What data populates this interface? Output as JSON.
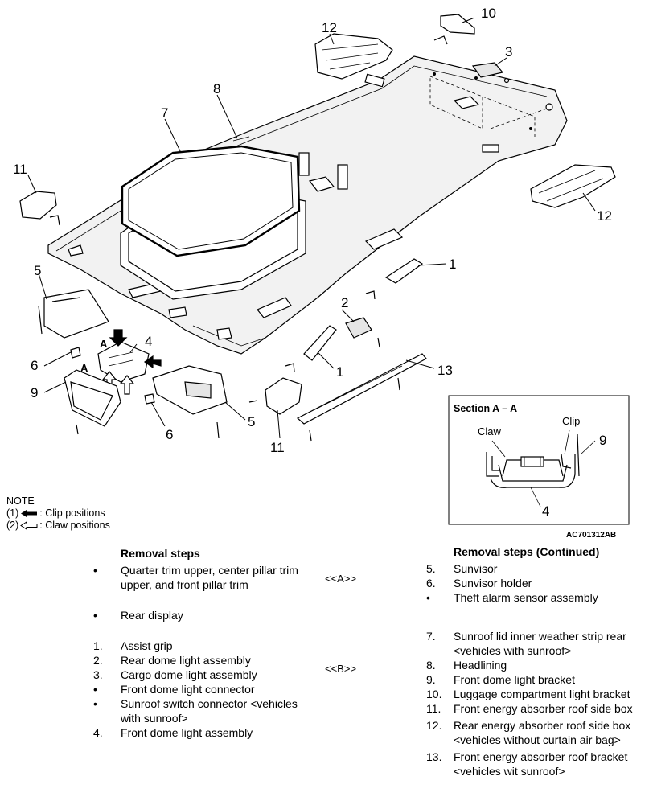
{
  "callouts": {
    "c1a": "1",
    "c1b": "1",
    "c2": "2",
    "c3": "3",
    "c4a": "4",
    "c4b": "4",
    "c5a": "5",
    "c5b": "5",
    "c6a": "6",
    "c6b": "6",
    "c7": "7",
    "c8": "8",
    "c9a": "9",
    "c9b": "9",
    "c10": "10",
    "c11a": "11",
    "c11b": "11",
    "c12a": "12",
    "c12b": "12",
    "c13": "13",
    "a_top": "A",
    "a_side": "A"
  },
  "section": {
    "title": "Section A – A",
    "claw": "Claw",
    "clip": "Clip"
  },
  "ref_code": "AC701312AB",
  "note": {
    "title": "NOTE",
    "line1_prefix": "(1)",
    "line1_text": ": Clip positions",
    "line2_prefix": "(2)",
    "line2_text": ": Claw positions"
  },
  "steps_left": {
    "heading": "Removal steps",
    "items": [
      {
        "num": "•",
        "text": "Quarter trim upper, center pillar trim upper, and front pillar trim"
      },
      {
        "num": "•",
        "text": "Rear display"
      },
      {
        "num": "1.",
        "text": "Assist grip"
      },
      {
        "num": "2.",
        "text": "Rear dome light assembly"
      },
      {
        "num": "3.",
        "text": "Cargo dome light assembly"
      },
      {
        "num": "•",
        "text": "Front dome light connector"
      },
      {
        "num": "•",
        "text": "Sunroof switch connector <vehicles with sunroof>"
      },
      {
        "num": "4.",
        "text": "Front dome light assembly"
      }
    ]
  },
  "tags": {
    "a": "<<A>>",
    "b": "<<B>>"
  },
  "steps_right": {
    "heading": "Removal steps (Continued)",
    "items": [
      {
        "num": "5.",
        "text": "Sunvisor"
      },
      {
        "num": "6.",
        "text": "Sunvisor holder"
      },
      {
        "num": "•",
        "text": "Theft alarm sensor assembly"
      },
      {
        "num": "7.",
        "text": "Sunroof lid inner weather strip rear <vehicles with sunroof>"
      },
      {
        "num": "8.",
        "text": "Headlining"
      },
      {
        "num": "9.",
        "text": "Front dome light bracket"
      },
      {
        "num": "10.",
        "text": "Luggage compartment light bracket"
      },
      {
        "num": "11.",
        "text": "Front energy absorber roof side box"
      },
      {
        "num": "12.",
        "text": "Rear energy absorber roof side box <vehicles without curtain air bag>"
      },
      {
        "num": "13.",
        "text": "Front energy absorber roof bracket <vehicles wit sunroof>"
      }
    ]
  }
}
